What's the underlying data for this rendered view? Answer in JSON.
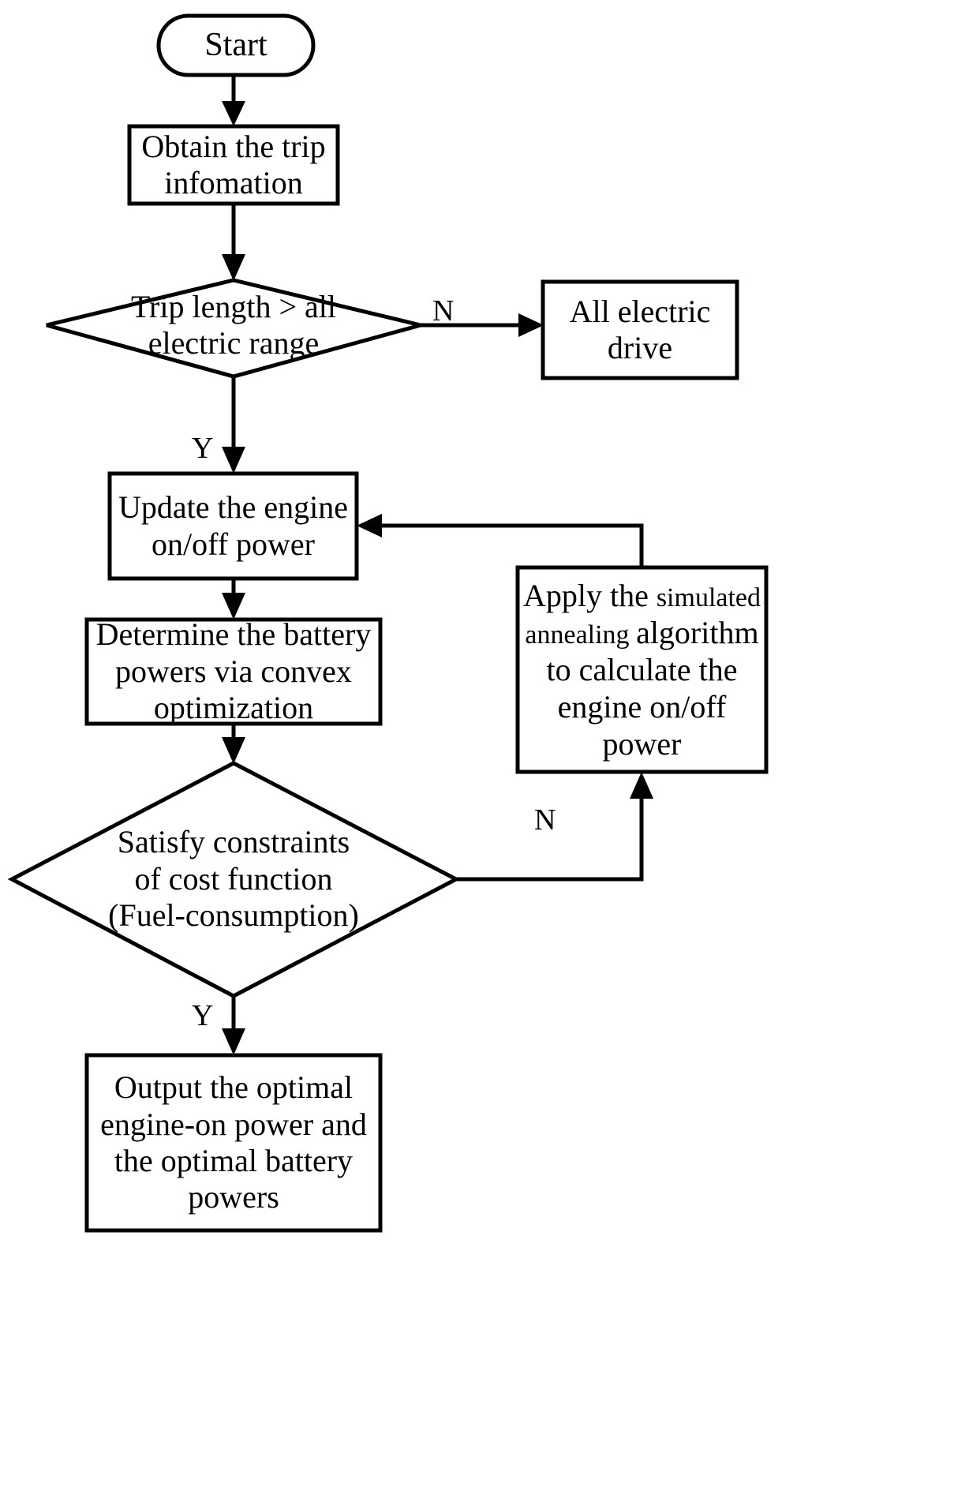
{
  "diagram": {
    "title": "Energy management strategy flowchart",
    "background_color": "#ffffff",
    "line_color": "#000000",
    "nodes": {
      "start": {
        "label": "Start",
        "shape": "terminator"
      },
      "obtain_trip": {
        "label": "Obtain the trip\ninfomation",
        "shape": "process"
      },
      "trip_length_decision": {
        "label": "Trip length > all\nelectric range",
        "shape": "decision"
      },
      "all_electric_drive": {
        "label": "All electric\ndrive",
        "shape": "process"
      },
      "update_engine": {
        "label": "Update the engine\non/off power",
        "shape": "process"
      },
      "determine_battery": {
        "label": "Determine the battery\npowers via convex\noptimization",
        "shape": "process"
      },
      "apply_sa": {
        "shape": "process",
        "line1_a": "Apply the ",
        "line1_b": "simulated",
        "line2_a": "annealing ",
        "line2_b": "algorithm",
        "line3": "to calculate the",
        "line4": "engine on/off",
        "line5": "power"
      },
      "satisfy_constraints": {
        "label": "Satisfy constraints\nof cost function\n(Fuel-consumption)",
        "shape": "decision"
      },
      "output_optimal": {
        "label": "Output the optimal\nengine-on power and\nthe optimal battery\npowers",
        "shape": "process"
      }
    },
    "edge_labels": {
      "trip_no": "N",
      "trip_yes": "Y",
      "satisfy_no": "N",
      "satisfy_yes": "Y"
    }
  }
}
